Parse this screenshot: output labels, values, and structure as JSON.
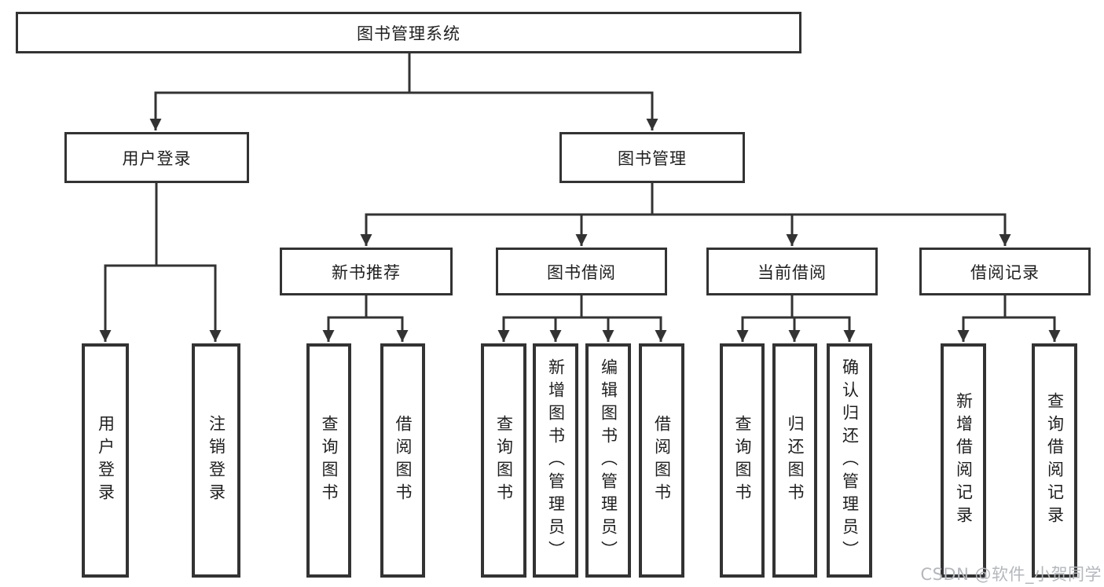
{
  "diagram_type": "hierarchy-tree",
  "colors": {
    "line": "#333333",
    "text": "#1f1f1f",
    "watermark": "#b4b7bd",
    "background": "#ffffff"
  },
  "watermark": {
    "text": "CSDN @软件_小贺同学"
  },
  "tree": {
    "root": {
      "label": "图书管理系统",
      "children": [
        {
          "label": "用户登录",
          "children": [
            {
              "label": "用户登录"
            },
            {
              "label": "注销登录"
            }
          ]
        },
        {
          "label": "图书管理",
          "children": [
            {
              "label": "新书推荐",
              "children": [
                {
                  "label": "查询图书"
                },
                {
                  "label": "借阅图书"
                }
              ]
            },
            {
              "label": "图书借阅",
              "children": [
                {
                  "label": "查询图书"
                },
                {
                  "label": "新增图书（管理员）"
                },
                {
                  "label": "编辑图书（管理员）"
                },
                {
                  "label": "借阅图书"
                }
              ]
            },
            {
              "label": "当前借阅",
              "children": [
                {
                  "label": "查询图书"
                },
                {
                  "label": "归还图书"
                },
                {
                  "label": "确认归还（管理员）"
                }
              ]
            },
            {
              "label": "借阅记录",
              "children": [
                {
                  "label": "新增借阅记录"
                },
                {
                  "label": "查询借阅记录"
                }
              ]
            }
          ]
        }
      ]
    }
  }
}
